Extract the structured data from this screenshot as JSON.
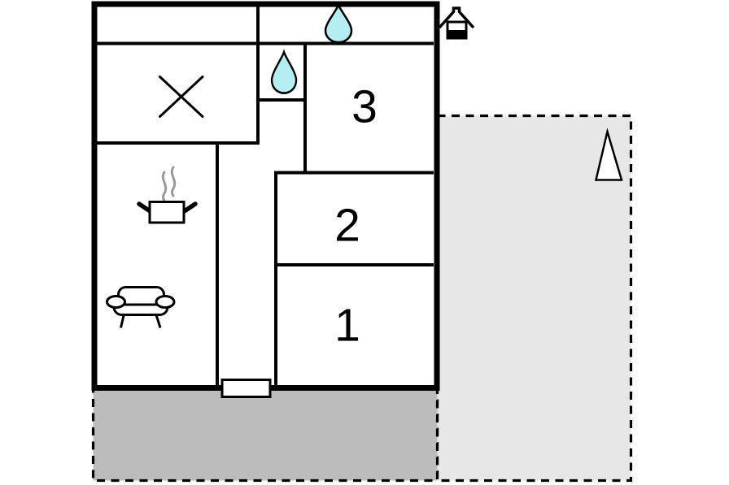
{
  "figure": {
    "type": "floor-plan"
  },
  "rooms": {
    "room1": "1",
    "room2": "2",
    "room3": "3"
  },
  "icons": {
    "water_drop_hall": "water-drop",
    "water_drop_bathroom": "water-drop",
    "x_mark": "diagonal-cross",
    "cooking_pot": "pot-with-steam",
    "sofa": "sofa",
    "well": "house-with-well",
    "north_arrow": "triangle-arrow"
  },
  "colors": {
    "wall": "#000000",
    "floor": "#ffffff",
    "water": "#b5eef2",
    "steam": "#9a9a9a",
    "terrace_dark": "#bcbcbc",
    "terrace_light": "#e7e7e7",
    "dash": "#000000"
  }
}
